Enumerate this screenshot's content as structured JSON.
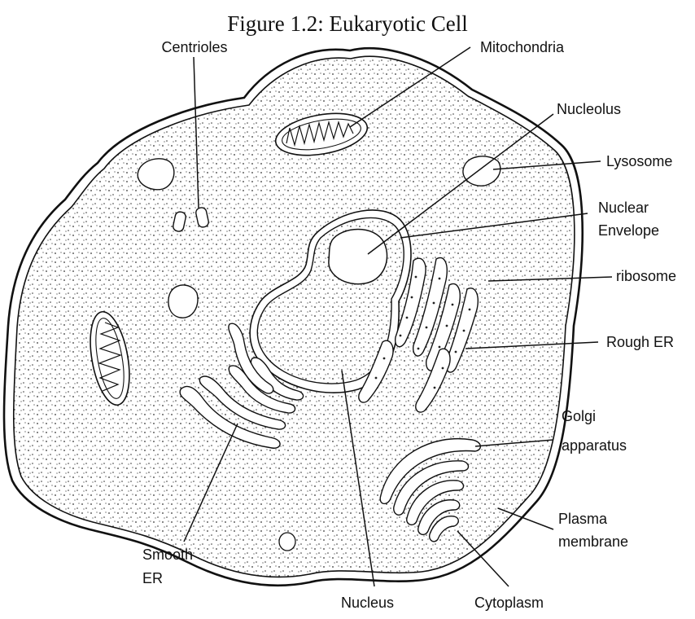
{
  "title": "Figure 1.2: Eukaryotic Cell",
  "labels": {
    "centrioles": "Centrioles",
    "mitochondria": "Mitochondria",
    "nucleolus": "Nucleolus",
    "lysosome": "Lysosome",
    "nuclear_envelope_1": "Nuclear",
    "nuclear_envelope_2": "Envelope",
    "ribosome": "ribosome",
    "rough_er": "Rough ER",
    "golgi_1": "Golgi",
    "golgi_2": "apparatus",
    "plasma_membrane_1": "Plasma",
    "plasma_membrane_2": "membrane",
    "cytoplasm": "Cytoplasm",
    "nucleus": "Nucleus",
    "smooth_er_1": "Smooth",
    "smooth_er_2": "ER"
  }
}
